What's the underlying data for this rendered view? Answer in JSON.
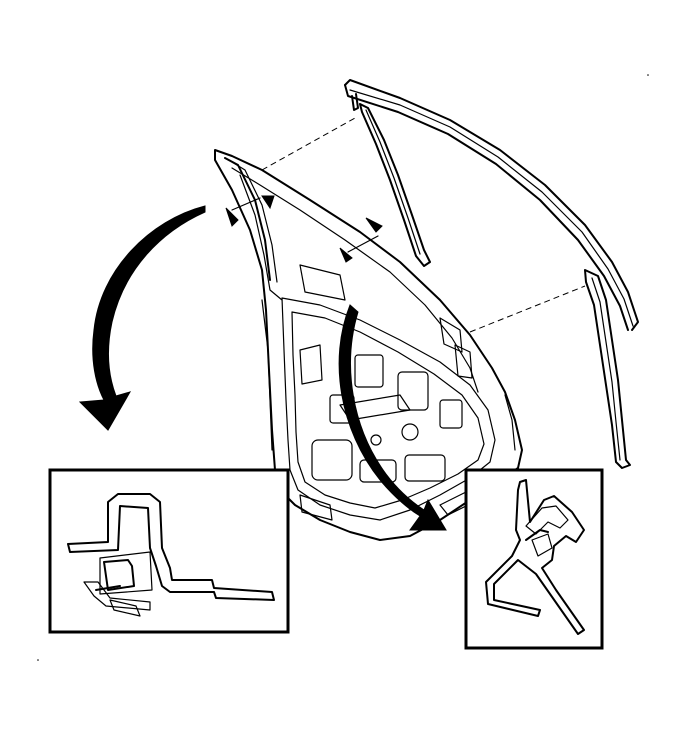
{
  "figure": {
    "ink_color": "#000000",
    "paper_color": "#ffffff",
    "parts": [
      "door-frame",
      "window-channel-seal",
      "upper-seal-strip",
      "detail-inset-left",
      "detail-inset-right"
    ],
    "arrows": [
      "curved-arrow-left",
      "curved-arrow-right"
    ]
  }
}
